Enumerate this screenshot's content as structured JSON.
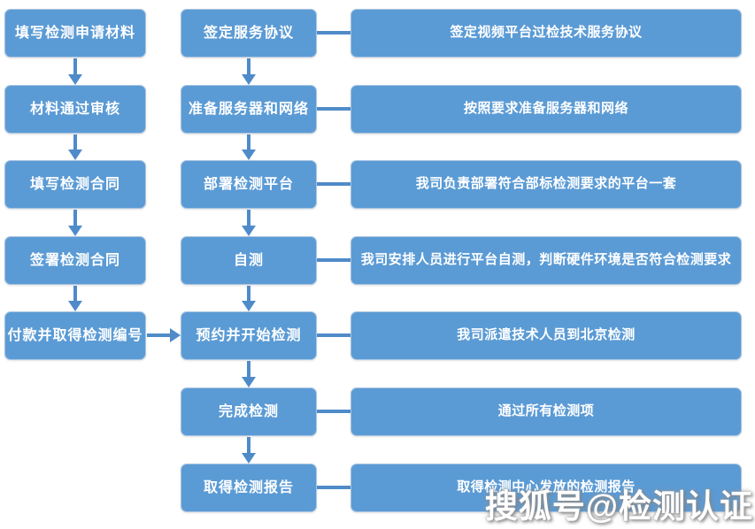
{
  "watermark": {
    "text": "搜狐号@检测认证"
  },
  "colors": {
    "box_fill": "#5b9bd5",
    "box_border": "#aac5e0",
    "arrow": "#4f8bc9",
    "text": "#ffffff",
    "background": "#ffffff"
  },
  "flow": {
    "left_column": [
      {
        "label": "填写检测申请材料"
      },
      {
        "label": "材料通过审核"
      },
      {
        "label": "填写检测合同"
      },
      {
        "label": "签署检测合同"
      },
      {
        "label": "付款并取得检测编号"
      }
    ],
    "middle_column": [
      {
        "label": "签定服务协议"
      },
      {
        "label": "准备服务器和网络"
      },
      {
        "label": "部署检测平台"
      },
      {
        "label": "自测"
      },
      {
        "label": "预约并开始检测"
      },
      {
        "label": "完成检测"
      },
      {
        "label": "取得检测报告"
      }
    ],
    "right_column": [
      {
        "label": "签定视频平台过检技术服务协议"
      },
      {
        "label": "按照要求准备服务器和网络"
      },
      {
        "label": "我司负责部署符合部标检测要求的平台一套"
      },
      {
        "label": "我司安排人员进行平台自测，判断硬件环境是否符合检测要求"
      },
      {
        "label": "我司派遣技术人员到北京检测"
      },
      {
        "label": "通过所有检测项"
      },
      {
        "label": "取得检测中心发放的检测报告"
      }
    ]
  }
}
